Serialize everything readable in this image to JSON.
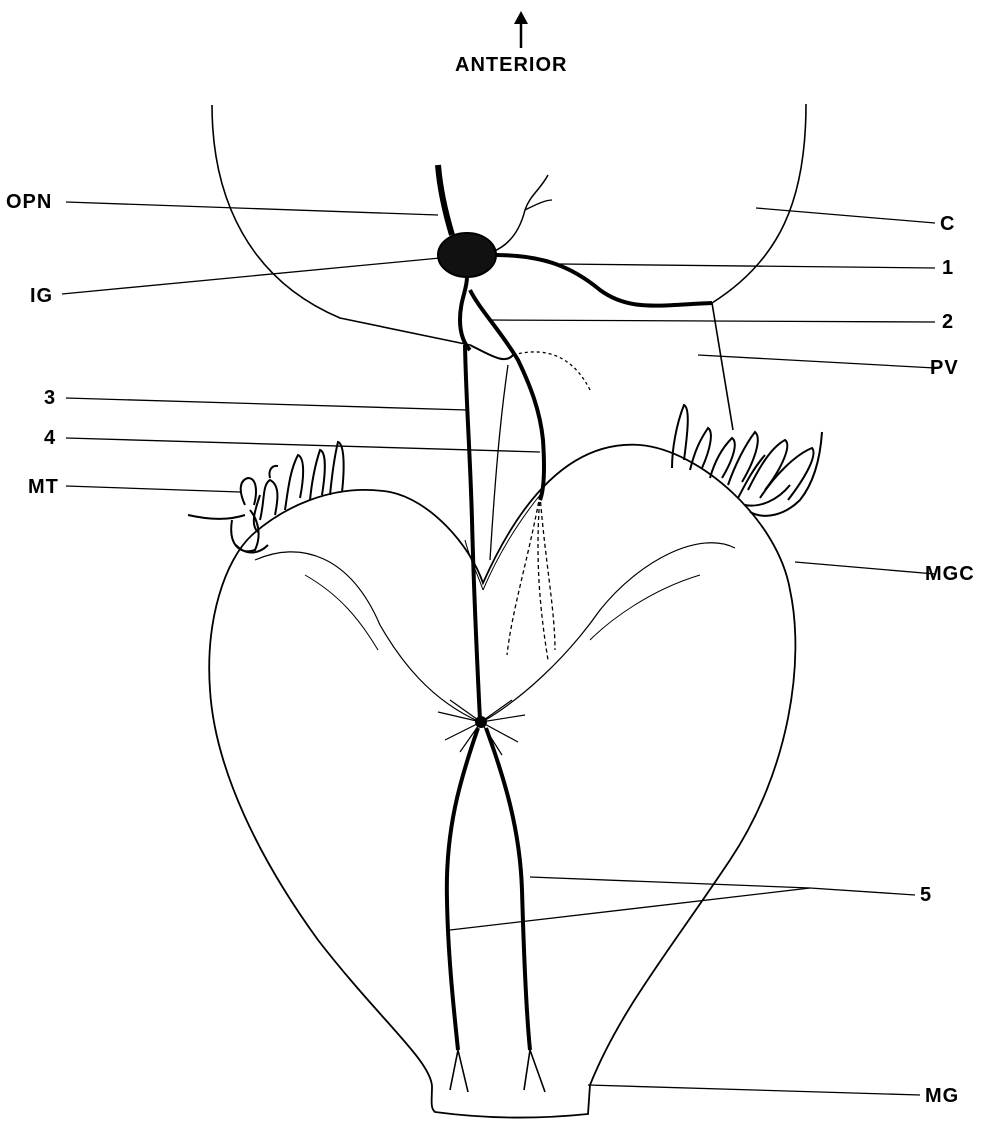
{
  "orientation": {
    "label": "ANTERIOR"
  },
  "labels": {
    "opn": "OPN",
    "ig": "IG",
    "mt": "MT",
    "n3": "3",
    "n4": "4",
    "c": "C",
    "n1": "1",
    "n2": "2",
    "pv": "PV",
    "mgc": "MGC",
    "n5": "5",
    "mg": "MG"
  },
  "colors": {
    "ink": "#000000",
    "paper": "#ffffff"
  }
}
